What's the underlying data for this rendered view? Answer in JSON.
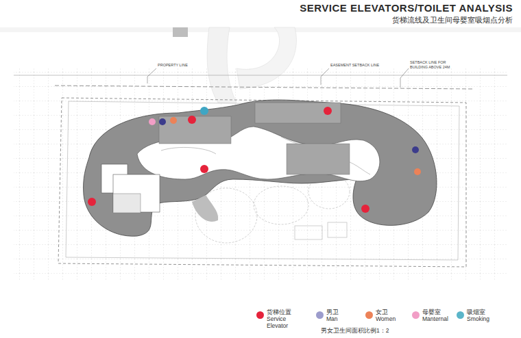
{
  "diagram": {
    "title": "SERVICE ELEVATORS/TOILET ANALYSIS",
    "caption": "男女卫生间面积比例1：2",
    "labels": [
      "货梯流线及卫生间母婴室吸烟点分析",
      "PROPERTY LINE",
      "EASEMENT SETBACK LINE",
      "SETBACK LINE FOR BUILDING ABOVE 24M"
    ],
    "legend": [
      {
        "text": "货梯位置 Service Elevator",
        "color": "#e5233b"
      },
      {
        "text": "男卫 Man",
        "color": "#9c9ccc"
      },
      {
        "text": "女卫 Women",
        "color": "#ec8258"
      },
      {
        "text": "母婴室 Manternal",
        "color": "#f19ec6"
      },
      {
        "text": "吸烟室 Smoking",
        "color": "#5bb5c9"
      }
    ]
  }
}
